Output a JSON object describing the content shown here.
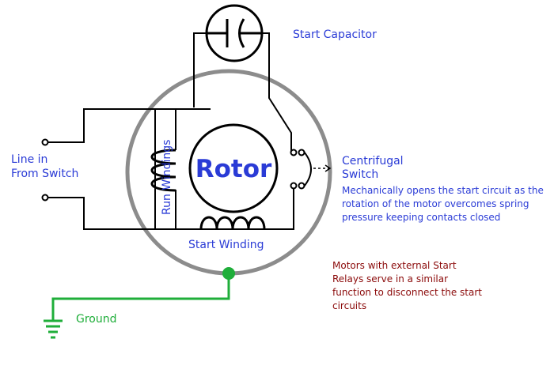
{
  "labels": {
    "start_capacitor": "Start Capacitor",
    "line_in_1": "Line in",
    "line_in_2": "From Switch",
    "rotor": "Rotor",
    "run_windings": "Run Windings",
    "start_winding": "Start Winding",
    "centrifugal_1": "Centrifugal",
    "centrifugal_2": "Switch",
    "centrifugal_desc": [
      "Mechanically opens the start circuit as the",
      "rotation of the motor overcomes spring",
      "pressure keeping contacts closed"
    ],
    "relay_note": [
      "Motors with external Start",
      "Relays serve in a similar",
      "function to disconnect the start",
      "circuits"
    ],
    "ground": "Ground"
  },
  "colors": {
    "label_blue": "#2a3bd6",
    "note_red": "#8b0a0a",
    "ground_green": "#1fae3a",
    "housing_gray": "#8c8c8c"
  }
}
